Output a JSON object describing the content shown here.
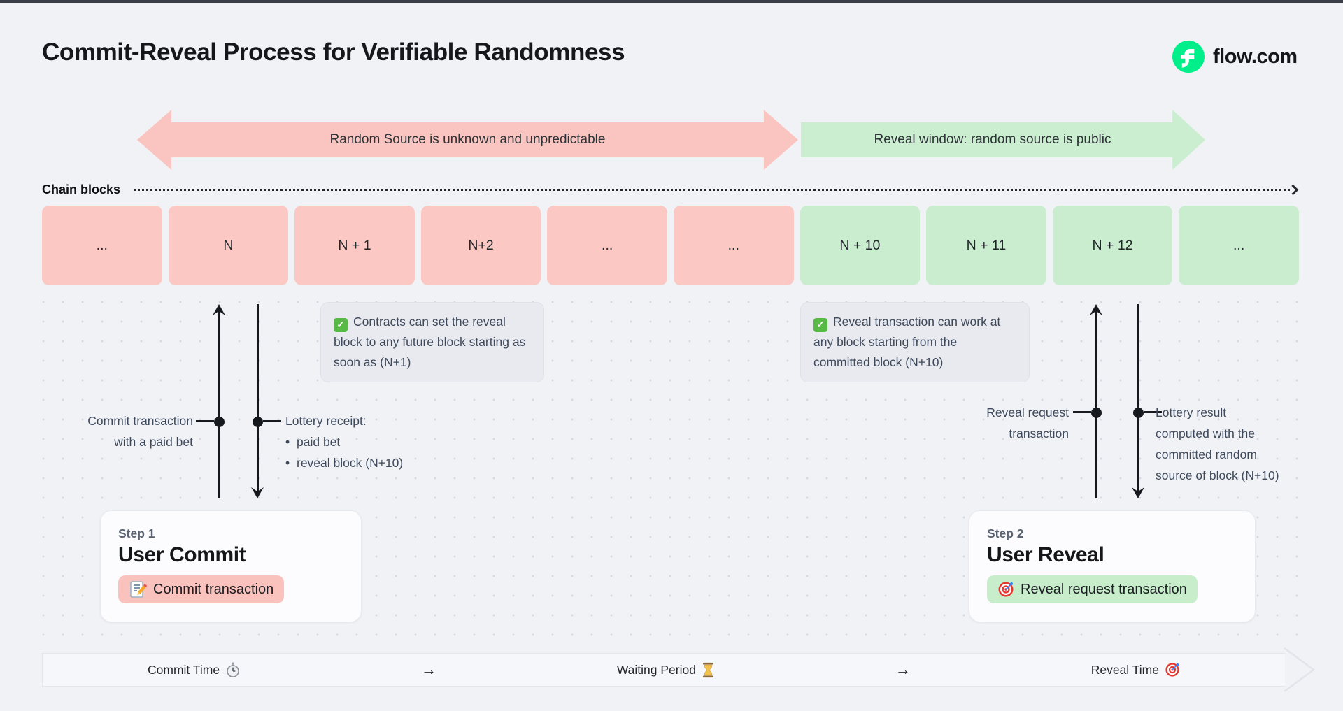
{
  "page": {
    "title": "Commit-Reveal Process for Verifiable Randomness",
    "background": "#F1F2F6"
  },
  "brand": {
    "name": "flow.com",
    "logo_icon": "flow-logo-icon",
    "logo_color": "#00EF8B"
  },
  "phases": {
    "commit": {
      "label": "Random Source is unknown and unpredictable",
      "color": "#FAC5C0"
    },
    "reveal": {
      "label": "Reveal window: random source is public",
      "color": "#CAEECF"
    }
  },
  "chain": {
    "label": "Chain blocks",
    "blocks": [
      {
        "label": "...",
        "phase": "commit"
      },
      {
        "label": "N",
        "phase": "commit"
      },
      {
        "label": "N + 1",
        "phase": "commit"
      },
      {
        "label": "N+2",
        "phase": "commit"
      },
      {
        "label": "...",
        "phase": "commit"
      },
      {
        "label": "...",
        "phase": "commit"
      },
      {
        "label": "N + 10",
        "phase": "reveal"
      },
      {
        "label": "N + 11",
        "phase": "reveal"
      },
      {
        "label": "N + 12",
        "phase": "reveal"
      },
      {
        "label": "...",
        "phase": "reveal"
      }
    ]
  },
  "notes": {
    "commit": {
      "icon": "check-icon",
      "text": "Contracts can set the reveal block to any future block starting as soon as (N+1)"
    },
    "reveal": {
      "icon": "check-icon",
      "text": "Reveal transaction can work at any block starting from the committed block (N+10)"
    }
  },
  "annotations": {
    "commit_up": {
      "lines": [
        "Commit transaction",
        "with a paid bet"
      ]
    },
    "commit_down": {
      "title": "Lottery receipt:",
      "bullets": [
        "paid bet",
        "reveal block (N+10)"
      ]
    },
    "reveal_up": {
      "lines": [
        "Reveal request",
        "transaction"
      ]
    },
    "reveal_down": {
      "lines": [
        "Lottery result",
        "computed with the",
        "committed random",
        "source of block (N+10)"
      ]
    }
  },
  "steps": {
    "step1": {
      "eyebrow": "Step 1",
      "title": "User Commit",
      "badge": {
        "icon": "memo-icon",
        "label": "Commit transaction"
      }
    },
    "step2": {
      "eyebrow": "Step 2",
      "title": "User Reveal",
      "badge": {
        "icon": "target-icon",
        "label": "Reveal request transaction"
      }
    }
  },
  "timeline": {
    "segments": [
      {
        "label": "Commit Time",
        "icon": "stopwatch-icon"
      },
      {
        "label": "→",
        "icon": "arrow-right-icon"
      },
      {
        "label": "Waiting Period",
        "icon": "hourglass-icon"
      },
      {
        "label": "→",
        "icon": "arrow-right-icon"
      },
      {
        "label": "Reveal Time",
        "icon": "target-icon"
      }
    ]
  }
}
